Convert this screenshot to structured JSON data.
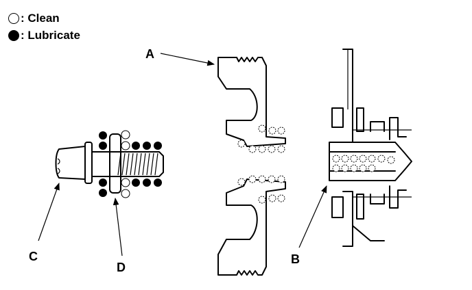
{
  "legend": {
    "clean_label": ": Clean",
    "lubricate_label": ": Lubricate"
  },
  "callouts": {
    "a": "A",
    "b": "B",
    "c": "C",
    "d": "D"
  },
  "symbols": {
    "clean": "open-circle",
    "lubricate": "filled-circle"
  }
}
